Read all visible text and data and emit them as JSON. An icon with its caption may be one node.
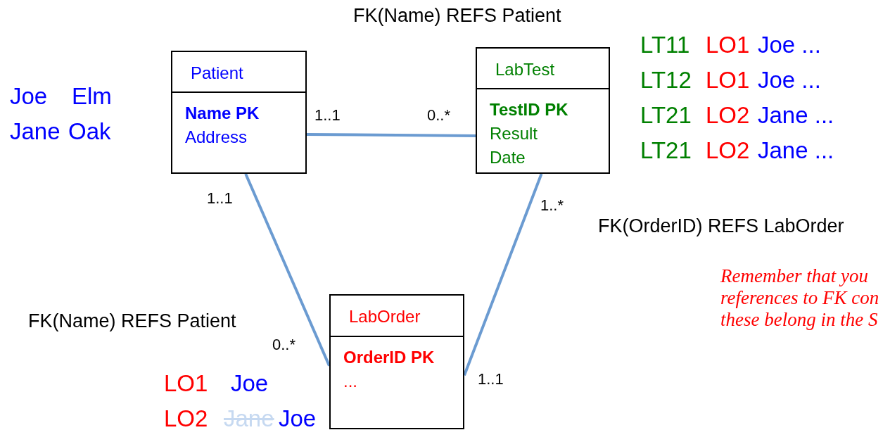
{
  "diagram": {
    "nodes": [
      {
        "text": [
          "Patient",
          "Name PK",
          "Address"
        ]
      },
      {
        "text": [
          "LabTest",
          "TestID PK",
          "Result",
          "Date"
        ]
      },
      {
        "text": [
          "LabOrder",
          "OrderID PK",
          "..."
        ]
      }
    ],
    "edges": [
      {
        "from": 0,
        "to": 1,
        "arrow": "none"
      },
      {
        "from": 0,
        "to": 2,
        "arrow": "none"
      },
      {
        "from": 1,
        "to": 2,
        "arrow": "none"
      }
    ],
    "labels": [
      "FK(Name) REFS Patient",
      "LT11",
      "LO1",
      "Joe ...",
      "LT12",
      "LO1",
      "Joe ...",
      "Joe",
      "Elm",
      "LT21",
      "LO2",
      "Jane ...",
      "Jane",
      "Oak",
      "LT21",
      "LO2",
      "Jane ...",
      "1..1",
      "0..*",
      "1..1",
      "1..*",
      "FK(OrderID) REFS LabOrder",
      "Remember that you",
      "references to FK con",
      "FK(Name) REFS Patient",
      "these belong in the S",
      "0..*",
      "LO1",
      "Joe",
      "1..1",
      "LO2",
      "Jane",
      "Joe"
    ]
  }
}
